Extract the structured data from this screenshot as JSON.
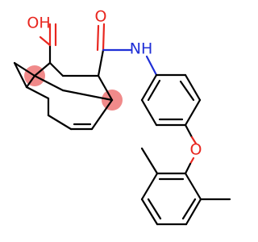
{
  "molecule": {
    "atom_labels": {
      "oh": "OH",
      "carbonyl_o": "O",
      "amide_nh": "NH",
      "ether_o": "O"
    },
    "colors": {
      "bond": "#000000",
      "oxygen": "#e8261f",
      "nitrogen": "#1f2fd6",
      "highlight": "#f08a8a"
    }
  }
}
